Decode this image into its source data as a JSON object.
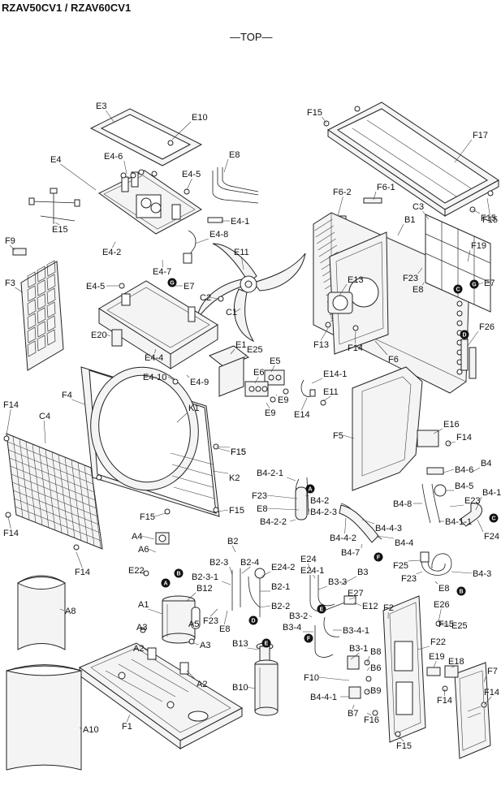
{
  "header": {
    "title": "RZAV50CV1 / RZAV60CV1",
    "view_label": "—TOP—"
  },
  "labels": {
    "E3": "E3",
    "E10": "E10",
    "E8": "E8",
    "E4": "E4",
    "E4-6": "E4-6",
    "E4-5": "E4-5",
    "E4-1": "E4-1",
    "E4-8": "E4-8",
    "E15": "E15",
    "E4-2": "E4-2",
    "E11": "E11",
    "E4-7": "E4-7",
    "E7": "E7",
    "F9": "F9",
    "F3": "F3",
    "C2": "C2",
    "C1": "C1",
    "E4-5b": "E4-5",
    "E20": "E20",
    "E4-4": "E4-4",
    "E4-10": "E4-10",
    "E4-9": "E4-9",
    "E1": "E1",
    "E25": "E25",
    "E5": "E5",
    "E6": "E6",
    "E9a": "E9",
    "E9b": "E9",
    "E14-1": "E14-1",
    "E11b": "E11",
    "E14": "E14",
    "F14a": "F14",
    "C4": "C4",
    "F4": "F4",
    "K1": "K1",
    "F15a": "F15",
    "K2": "K2",
    "F15b": "F15",
    "F15c": "F15",
    "F14b": "F14",
    "F14c": "F14",
    "A4": "A4",
    "A6": "A6",
    "E22": "E22",
    "A1": "A1",
    "B12": "B12",
    "A5": "A5",
    "A3a": "A3",
    "A3b": "A3",
    "A2a": "A2",
    "A2b": "A2",
    "F23a": "F23",
    "E8b": "E8",
    "B2": "B2",
    "B2-3": "B2-3",
    "B2-4": "B2-4",
    "B2-3-1": "B2-3-1",
    "E24-2": "E24-2",
    "B2-1": "B2-1",
    "B2-2": "B2-2",
    "B13": "B13",
    "B10": "B10",
    "F1": "F1",
    "A8": "A8",
    "A10": "A10",
    "F15d": "F15",
    "F17": "F17",
    "F6-1": "F6-1",
    "F6-2": "F6-2",
    "C3": "C3",
    "B1": "B1",
    "F15e": "F15",
    "F19": "F19",
    "F23b": "F23",
    "E8c": "E8",
    "E7b": "E7",
    "E13": "E13",
    "F13": "F13",
    "F14d": "F14",
    "F6": "F6",
    "F26": "F26",
    "F5": "F5",
    "E16": "E16",
    "F14e": "F14",
    "B4": "B4",
    "B4-2-1": "B4-2-1",
    "B4-6": "B4-6",
    "B4-5": "B4-5",
    "B4-1": "B4-1",
    "F23c": "F23",
    "E8d": "E8",
    "B4-2": "B4-2",
    "B4-2-3": "B4-2-3",
    "B4-8": "B4-8",
    "E23": "E23",
    "B4-2-2": "B4-2-2",
    "B4-4-3": "B4-4-3",
    "B4-1-1": "B4-1-1",
    "F24": "F24",
    "B4-4-2": "B4-4-2",
    "B4-4": "B4-4",
    "B4-7": "B4-7",
    "F25": "F25",
    "F23d": "F23",
    "B4-3": "B4-3",
    "E8e": "E8",
    "E24": "E24",
    "E24-1": "E24-1",
    "B3-3": "B3-3",
    "B3": "B3",
    "E27": "E27",
    "E12": "E12",
    "B3-2": "B3-2",
    "B3-4": "B3-4",
    "B3-4-1": "B3-4-1",
    "F2": "F2",
    "E26": "E26",
    "E25b": "E25",
    "B3-1": "B3-1",
    "B8": "B8",
    "B6": "B6",
    "F22": "F22",
    "E19": "E19",
    "E18": "E18",
    "F7": "F7",
    "F10": "F10",
    "B9": "B9",
    "B4-4-1": "B4-4-1",
    "B7": "B7",
    "F16": "F16",
    "F14f": "F14",
    "F14g": "F14",
    "F15f": "F15",
    "F15g": "F15",
    "F15h": "F15",
    "F15i": "F15"
  },
  "markers": {
    "A": "A",
    "B": "B",
    "C": "C",
    "D": "D",
    "E": "E",
    "F": "F",
    "G": "G"
  }
}
